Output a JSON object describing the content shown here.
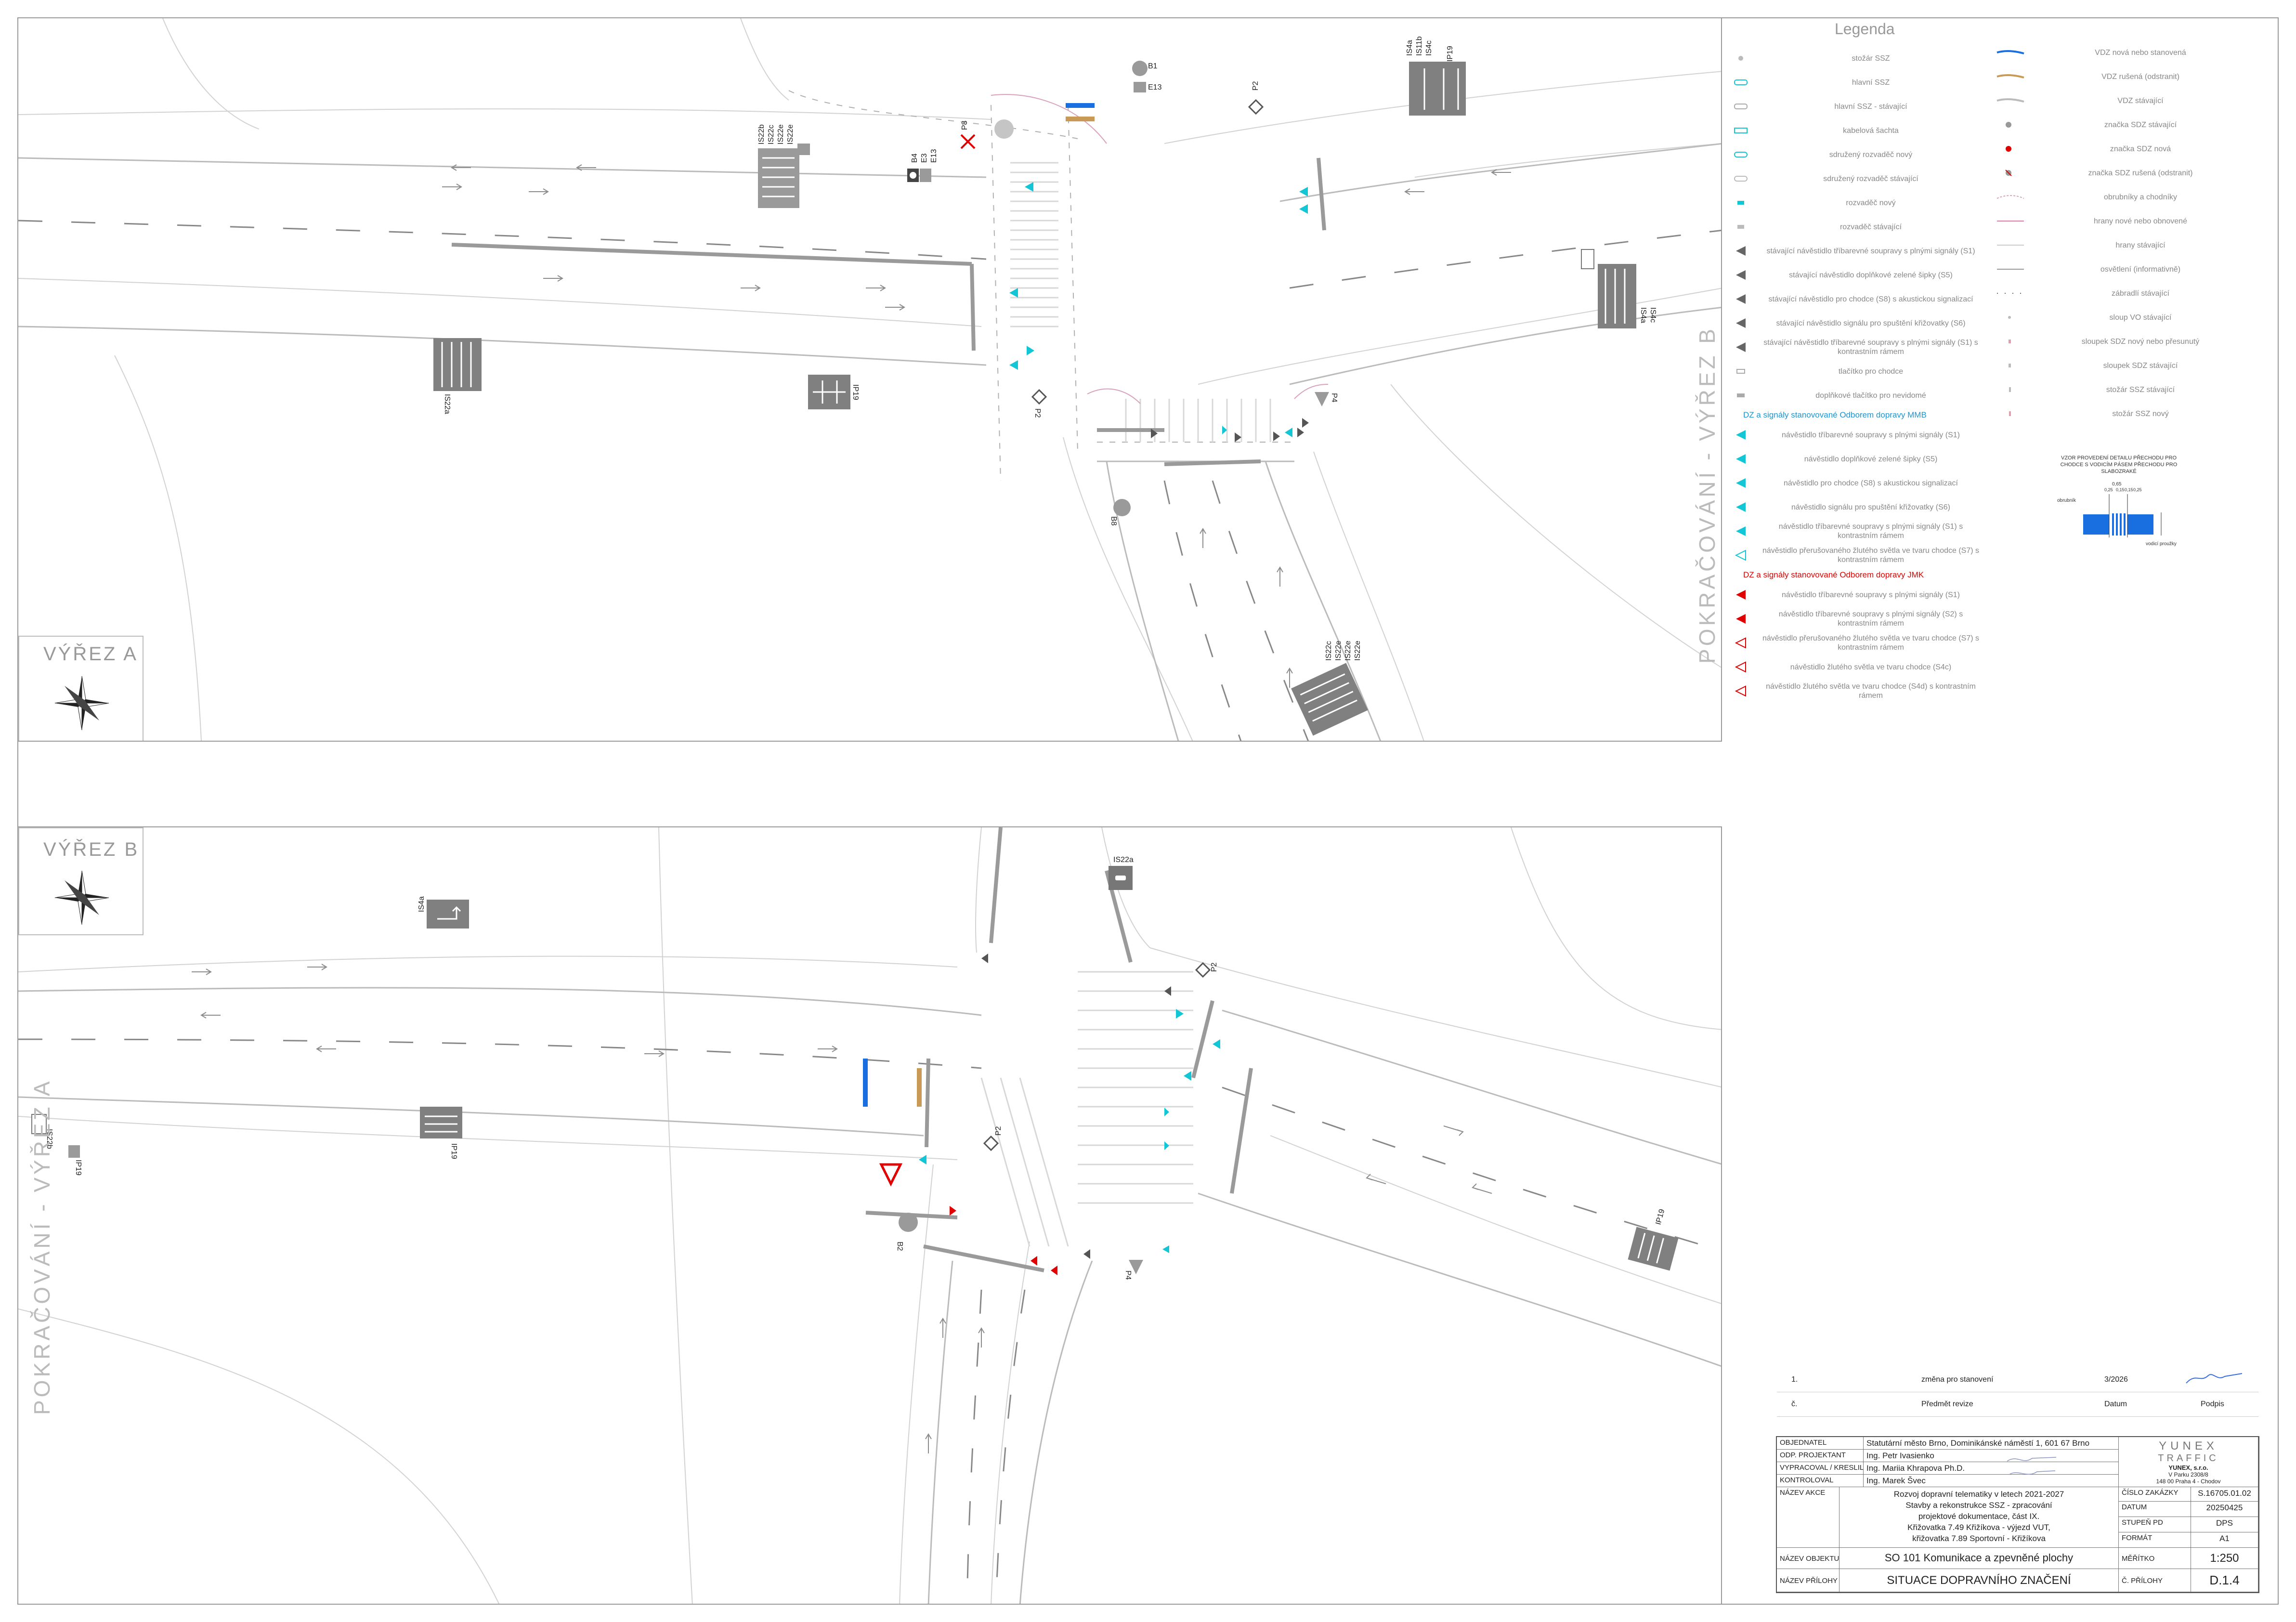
{
  "viewport_a": {
    "label": "VÝŘEZ A",
    "continuation": "POKRAČOVÁNÍ - VÝŘEZ B"
  },
  "viewport_b": {
    "label": "VÝŘEZ B",
    "continuation": "POKRAČOVÁNÍ - VÝŘEZ A"
  },
  "sign_codes_a": [
    "B1",
    "E13",
    "P2",
    "IS4a",
    "IS11b",
    "IS4c",
    "IP19",
    "IS22b",
    "IS22c",
    "IS22e",
    "IS22e",
    "P8",
    "B4",
    "E3",
    "E13",
    "IS22a",
    "IS4a",
    "IS4c",
    "IP19",
    "P2",
    "P4",
    "B8",
    "IS22c",
    "IS22e",
    "IS22e",
    "IS22e"
  ],
  "sign_codes_b": [
    "IS4a",
    "IS22a",
    "P2",
    "IP19",
    "P2",
    "P4",
    "B2",
    "IS22b",
    "IP19",
    "IP19"
  ],
  "legend": {
    "title": "Legenda",
    "left": [
      "stožár SSZ",
      "hlavní SSZ",
      "hlavní SSZ - stávající",
      "kabelová šachta",
      "sdružený rozvaděč nový",
      "sdružený rozvaděč stávající",
      "rozvaděč nový",
      "rozvaděč stávající",
      "stávající návěstidlo tříbarevné soupravy s plnými signály (S1)",
      "stávající návěstidlo doplňkové zelené šipky (S5)",
      "stávající návěstidlo pro chodce (S8) s akustickou signalizací",
      "stávající návěstidlo signálu pro spuštění křižovatky (S6)",
      "stávající návěstidlo tříbarevné soupravy s plnými signály (S1) s kontrastním rámem",
      "tlačítko pro chodce",
      "doplňkové tlačítko pro nevidomé"
    ],
    "cyan_heading": "DZ a signály stanovované Odborem dopravy MMB",
    "cyan": [
      "návěstidlo tříbarevné soupravy s plnými signály (S1)",
      "návěstidlo doplňkové zelené šipky (S5)",
      "návěstidlo pro chodce (S8) s akustickou signalizací",
      "návěstidlo signálu pro spuštění křižovatky (S6)",
      "návěstidlo tříbarevné soupravy s plnými signály (S1) s kontrastním rámem",
      "návěstidlo přerušovaného žlutého světla ve tvaru chodce (S7) s kontrastním rámem"
    ],
    "red_heading": "DZ a signály stanovované Odborem dopravy JMK",
    "red": [
      "návěstidlo tříbarevné soupravy s plnými signály (S1)",
      "návěstidlo tříbarevné soupravy s plnými signály (S2) s kontrastním rámem",
      "návěstidlo přerušovaného žlutého světla ve tvaru chodce (S7) s kontrastním rámem",
      "návěstidlo žlutého světla ve tvaru chodce (S4c)",
      "návěstidlo žlutého světla ve tvaru chodce (S4d) s kontrastním rámem"
    ],
    "right": [
      "VDZ nová nebo stanovená",
      "VDZ rušená (odstranit)",
      "VDZ stávající",
      "značka SDZ stávající",
      "značka SDZ nová",
      "značka SDZ rušená (odstranit)",
      "obrubníky a chodníky",
      "hrany nové nebo obnovené",
      "hrany stávající",
      "osvětlení (informativně)",
      "zábradlí stávající",
      "sloup VO stávající",
      "sloupek SDZ nový nebo přesunutý",
      "sloupek SDZ stávající",
      "stožár SSZ stávající",
      "stožár SSZ nový"
    ]
  },
  "detail": {
    "title": "VZOR PROVEDENÍ DETAILU PŘECHODU PRO CHODCE S VODICÍM PÁSEM PŘECHODU PRO SLABOZRAKÉ",
    "left_label": "obrubník",
    "dims": [
      "0,65",
      "0,25",
      "0,15",
      "0,15",
      "0,25"
    ],
    "right_label": "vodicí proužky"
  },
  "revision": {
    "rows": [
      {
        "num": "1.",
        "subject": "změna pro stanovení",
        "date": "3/2026"
      },
      {
        "num": "č.",
        "subject": "Předmět revize",
        "date": "Datum",
        "sign": "Podpis"
      }
    ]
  },
  "title_block": {
    "objednatel_label": "OBJEDNATEL",
    "objednatel": "Statutární město Brno, Dominikánské náměstí 1,  601 67 Brno",
    "odp_label": "ODP. PROJEKTANT",
    "odp": "Ing. Petr Ivasienko",
    "vypracoval_label": "VYPRACOVAL / KRESLIL",
    "vypracoval": "Ing. Mariia Khrapova Ph.D.",
    "kontroloval_label": "KONTROLOVAL",
    "kontroloval": "Ing. Marek Švec",
    "company": {
      "line1": "YUNEX",
      "line2": "TRAFFIC",
      "name": "YUNEX, s.r.o.",
      "street": "V Parku 2308/8",
      "city": "148 00 Praha 4 - Chodov"
    },
    "akce_label": "NÁZEV AKCE",
    "akce": [
      "Rozvoj dopravní telematiky v letech 2021-2027",
      "Stavby a rekonstrukce SSZ - zpracování",
      "projektové dokumentace, část IX.",
      "Křižovatka 7.49 Křižíkova - výjezd VUT,",
      "křižovatka 7.89 Sportovní - Křižíkova"
    ],
    "cislo_label": "ČÍSLO ZAKÁZKY",
    "cislo": "S.16705.01.02",
    "datum_label": "DATUM",
    "datum": "20250425",
    "stupen_label": "STUPEŇ PD",
    "stupen": "DPS",
    "format_label": "FORMÁT",
    "format": "A1",
    "objekt_label": "NÁZEV OBJEKTU",
    "objekt": "SO 101 Komunikace a zpevněné plochy",
    "meritko_label": "MĚŘÍTKO",
    "meritko": "1:250",
    "priloha_label": "NÁZEV PŘÍLOHY",
    "priloha": "SITUACE DOPRAVNÍHO ZNAČENÍ",
    "cislo_prilohy_label": "Č. PŘÍLOHY",
    "cislo_prilohy": "D.1.4"
  },
  "colors": {
    "cyan": "#13c6d6",
    "red": "#e00000",
    "new_marking": "#1a6fe0",
    "removed_marking": "#c99a55",
    "grey_road": "#aaaaaa"
  }
}
